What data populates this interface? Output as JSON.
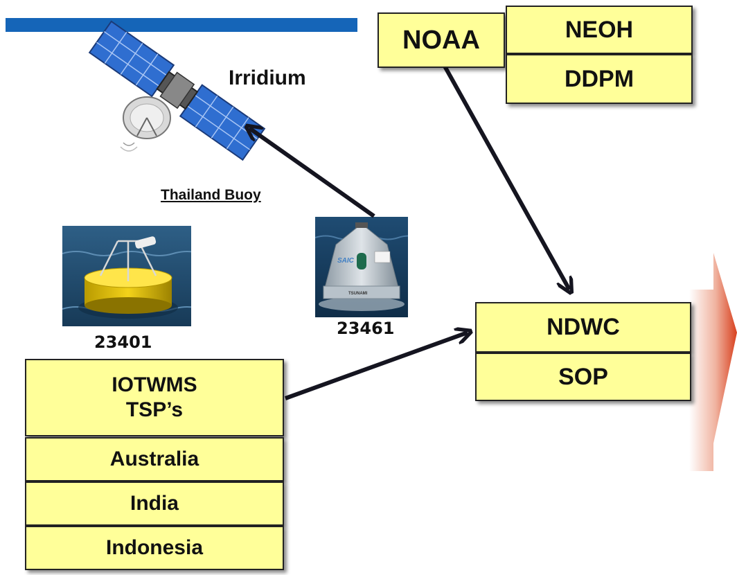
{
  "labels": {
    "satellite": "Irridium",
    "thailand_buoy": "Thailand Buoy",
    "buoy_23401": "23401",
    "buoy_23461": "23461"
  },
  "boxes": {
    "noaa": "NOAA",
    "neoh": "NEOH",
    "ddpm": "DDPM",
    "ndwc": "NDWC",
    "sop": "SOP",
    "iotwms_line1": "IOTWMS",
    "iotwms_line2": "TSP’s",
    "australia": "Australia",
    "india": "India",
    "indonesia": "Indonesia"
  },
  "colors": {
    "box_fill": "#ffff99",
    "header_bar": "#1565b8",
    "arrow": "#151520",
    "big_arrow": "#d8401e"
  },
  "photo_text": {
    "saic": "SAIC",
    "tsunami": "TSUNAMI"
  }
}
